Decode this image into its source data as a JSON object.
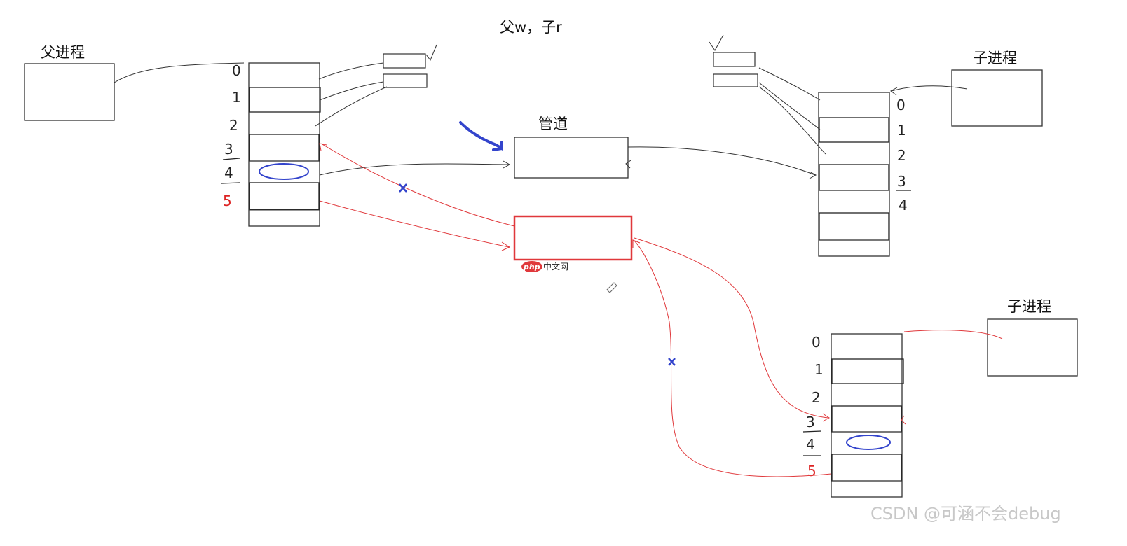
{
  "title": "父w，子r",
  "labels": {
    "parent": "父进程",
    "child_top": "子进程",
    "child_bottom": "子进程",
    "pipe": "管道"
  },
  "fd_indices": {
    "parent": [
      "0",
      "1",
      "2",
      "3",
      "4",
      "5"
    ],
    "child_top": [
      "0",
      "1",
      "2",
      "3",
      "4"
    ],
    "child_bottom": [
      "0",
      "1",
      "2",
      "3",
      "4",
      "5"
    ]
  },
  "watermark": {
    "logo": "php",
    "site": "中文网",
    "credit": "CSDN @可涵不会debug"
  },
  "colors": {
    "ink": "#222222",
    "red": "#e0383b",
    "blue": "#3344cc",
    "watermark": "#c8c8c8"
  }
}
